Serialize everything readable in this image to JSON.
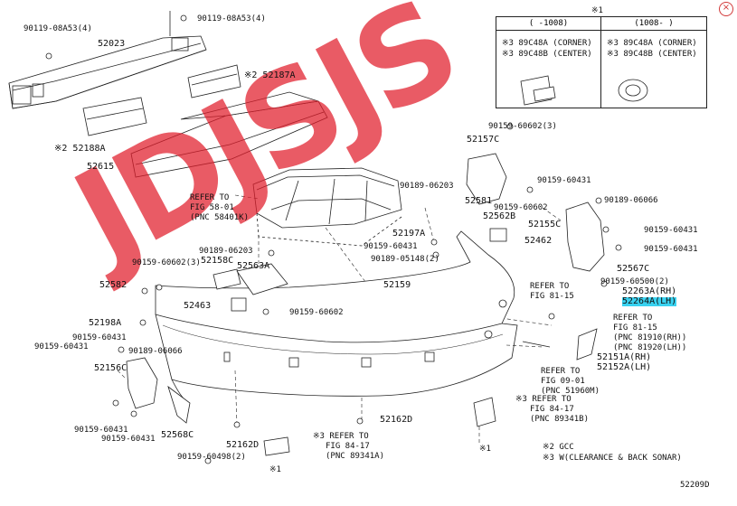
{
  "watermark": "JDJSJSJS",
  "close_label": "×",
  "inset": {
    "note_mark": "※1",
    "col1_header": "(    -1008)",
    "col2_header": "(1008-    )",
    "col1_lines": [
      "※3 89C48A (CORNER)",
      "※3 89C48B (CENTER)"
    ],
    "col2_lines": [
      "※3 89C48A (CORNER)",
      "※3 89C48B (CENTER)"
    ]
  },
  "labels": {
    "l01": "90119-08A53(4)",
    "l02": "90119-08A53(4)",
    "l03": "52023",
    "l04": "※2 52187A",
    "l05": "※2 52188A",
    "l06": "52615",
    "l07": "90159-60602(3)",
    "l08": "52157C",
    "l09": "90189-06203",
    "l10": "52581",
    "l11": "90159-60431",
    "l12": "52562B",
    "l13": "90159-60602",
    "l14": "90189-06066",
    "l15": "52155C",
    "l16": "90159-60431",
    "l17": "52462",
    "l18": "90159-60431",
    "l19": "52567C",
    "l20": "REFER TO",
    "l21": "FIG 58-01",
    "l22": "(PNC 58401K)",
    "l23": "52197A",
    "l24": "90159-60431",
    "l25": "90189-05148(2)",
    "l26": "90189-06203",
    "l27": "90159-60602(3)",
    "l28": "52158C",
    "l29": "52563A",
    "l30": "52582",
    "l31": "52159",
    "l32": "90159-60500(2)",
    "l33": "REFER TO",
    "l34": "FIG 81-15",
    "l35": "52263A(RH)",
    "l36": "52264A(LH)",
    "l37": "52463",
    "l38": "90159-60602",
    "l39": "52198A",
    "l40": "REFER TO",
    "l41": "FIG 81-15",
    "l42": "(PNC 81910(RH))",
    "l43": "(PNC 81920(LH))",
    "l44": "90159-60431",
    "l45": "90159-60431",
    "l46": "90189-06066",
    "l47": "52151A(RH)",
    "l48": "52152A(LH)",
    "l49": "52156C",
    "l50": "REFER TO",
    "l51": "FIG 09-01",
    "l52": "(PNC 51960M)",
    "l53": "※3 REFER TO",
    "l54": "FIG 84-17",
    "l55": "(PNC 89341B)",
    "l56": "90159-60431",
    "l57": "90159-60431",
    "l58": "52568C",
    "l59": "52162D",
    "l60": "52162D",
    "l61": "90159-60498(2)",
    "l62": "※3 REFER TO",
    "l63": "FIG 84-17",
    "l64": "(PNC 89341A)",
    "l65": "※1",
    "l66": "※1",
    "l67": "※2 GCC",
    "l68": "※3 W(CLEARANCE & BACK SONAR)",
    "l69": "52209D"
  }
}
